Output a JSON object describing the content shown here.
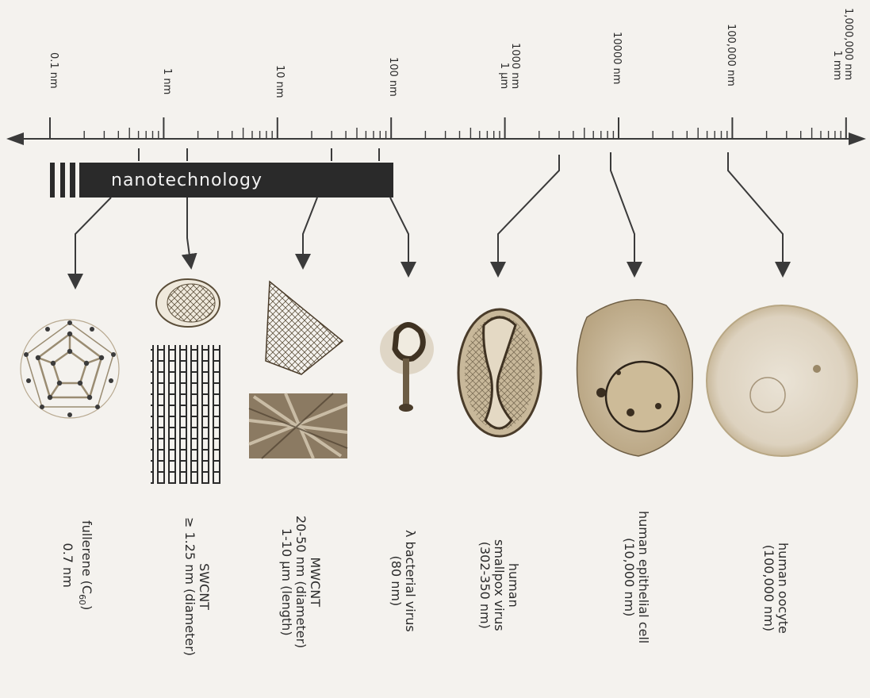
{
  "scale_labels": {
    "s0": [
      "0.1 nm"
    ],
    "s1": [
      "1 nm"
    ],
    "s2": [
      "10 nm"
    ],
    "s3": [
      "100 nm"
    ],
    "s4": [
      "1000 nm",
      "1 µm"
    ],
    "s5": [
      "10000 nm"
    ],
    "s6": [
      "100,000 nm"
    ],
    "s7": [
      "1,000,000 nm",
      "1 mm"
    ]
  },
  "band_label": "nanotechnology",
  "objects": {
    "fullerene": {
      "line1": "fullerene (C",
      "sub": "60",
      "line1_end": ")",
      "line2": "0.7 nm"
    },
    "swcnt": {
      "line1": "SWCNT",
      "line2": "≥ 1.25 nm (diameter)"
    },
    "mwcnt": {
      "line1": "MWCNT",
      "line2": "20-50 nm (diameter)",
      "line3": "1-10 µm (length)"
    },
    "lambda_virus": {
      "line1": "λ bacterial virus",
      "line2": "(80 nm)"
    },
    "smallpox": {
      "line1": "human",
      "line2": "smallpox virus",
      "line3": "(302-350 nm)"
    },
    "epithelial": {
      "line1": "human epithelial cell",
      "line2": "(10,000 nm)"
    },
    "oocyte": {
      "line1": "human oocyte",
      "line2": "(100,000 nm)"
    }
  },
  "colors": {
    "axis": "#3a3a3a",
    "band": "#2a2a2a",
    "sepia": "#8a7556",
    "sepia_dark": "#4a3c2a"
  }
}
